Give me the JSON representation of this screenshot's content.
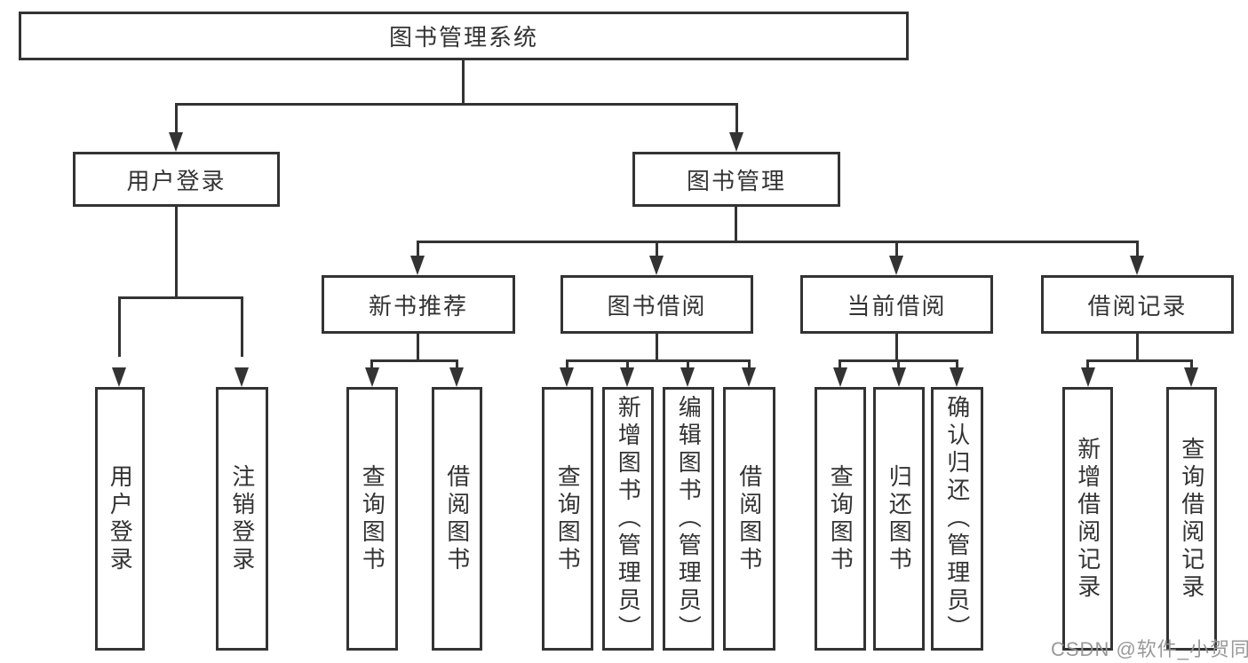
{
  "tree": {
    "root": {
      "label": "图书管理系统"
    },
    "level2": [
      {
        "id": "user-login",
        "label": "用户登录",
        "parent": "图书管理系统"
      },
      {
        "id": "book-management",
        "label": "图书管理",
        "parent": "图书管理系统"
      }
    ],
    "level3": [
      {
        "id": "new-book-recommend",
        "label": "新书推荐",
        "parent": "图书管理"
      },
      {
        "id": "book-borrow",
        "label": "图书借阅",
        "parent": "图书管理"
      },
      {
        "id": "current-borrow",
        "label": "当前借阅",
        "parent": "图书管理"
      },
      {
        "id": "borrow-records",
        "label": "借阅记录",
        "parent": "图书管理"
      }
    ],
    "leaves": [
      {
        "label": "用户登录",
        "parent": "用户登录"
      },
      {
        "label": "注销登录",
        "parent": "用户登录"
      },
      {
        "label": "查询图书",
        "parent": "新书推荐"
      },
      {
        "label": "借阅图书",
        "parent": "新书推荐"
      },
      {
        "label": "查询图书",
        "parent": "图书借阅"
      },
      {
        "label": "新增图书（管理员）",
        "parent": "图书借阅"
      },
      {
        "label": "编辑图书（管理员）",
        "parent": "图书借阅"
      },
      {
        "label": "借阅图书",
        "parent": "图书借阅"
      },
      {
        "label": "查询图书",
        "parent": "当前借阅"
      },
      {
        "label": "归还图书",
        "parent": "当前借阅"
      },
      {
        "label": "确认归还（管理员）",
        "parent": "当前借阅"
      },
      {
        "label": "新增借阅记录",
        "parent": "借阅记录"
      },
      {
        "label": "查询借阅记录",
        "parent": "借阅记录"
      }
    ]
  },
  "watermark": {
    "text": "CSDN @软件_小贺同学"
  },
  "colors": {
    "line": "#333333",
    "text": "#333333",
    "background": "#ffffff",
    "watermark": "#949494"
  }
}
